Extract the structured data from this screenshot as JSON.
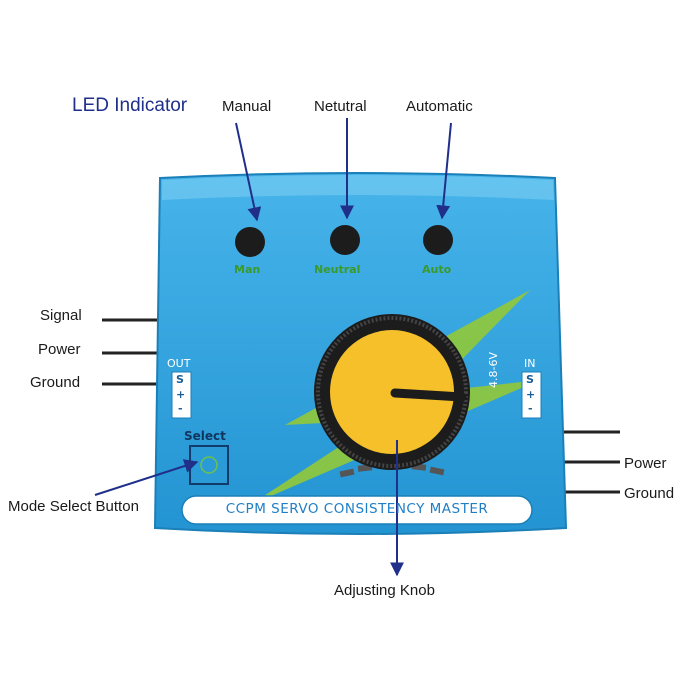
{
  "labels": {
    "led_indicator": "LED Indicator",
    "manual": "Manual",
    "neutral": "Netutral",
    "automatic": "Automatic",
    "signal": "Signal",
    "power_left": "Power",
    "ground_left": "Ground",
    "power_right": "Power",
    "ground_right": "Ground",
    "mode_select_button": "Mode Select Button",
    "adjusting_knob": "Adjusting Knob"
  },
  "board": {
    "led_man": "Man",
    "led_neutral": "Neutral",
    "led_auto": "Auto",
    "out_label": "OUT",
    "out_pins": [
      "S",
      "+",
      "-"
    ],
    "in_label": "IN",
    "in_voltage": "4.8-6V",
    "in_pins": [
      "S",
      "+",
      "-"
    ],
    "select_label": "Select",
    "product_name": "CCPM SERVO CONSISTENCY MASTER"
  },
  "colors": {
    "board_blue": "#2fa3de",
    "arrow_navy": "#1f2f8a",
    "bolt_green": "#8cc63f",
    "knob_yellow": "#f6c02a",
    "led_text_green": "#3a9a2a"
  }
}
